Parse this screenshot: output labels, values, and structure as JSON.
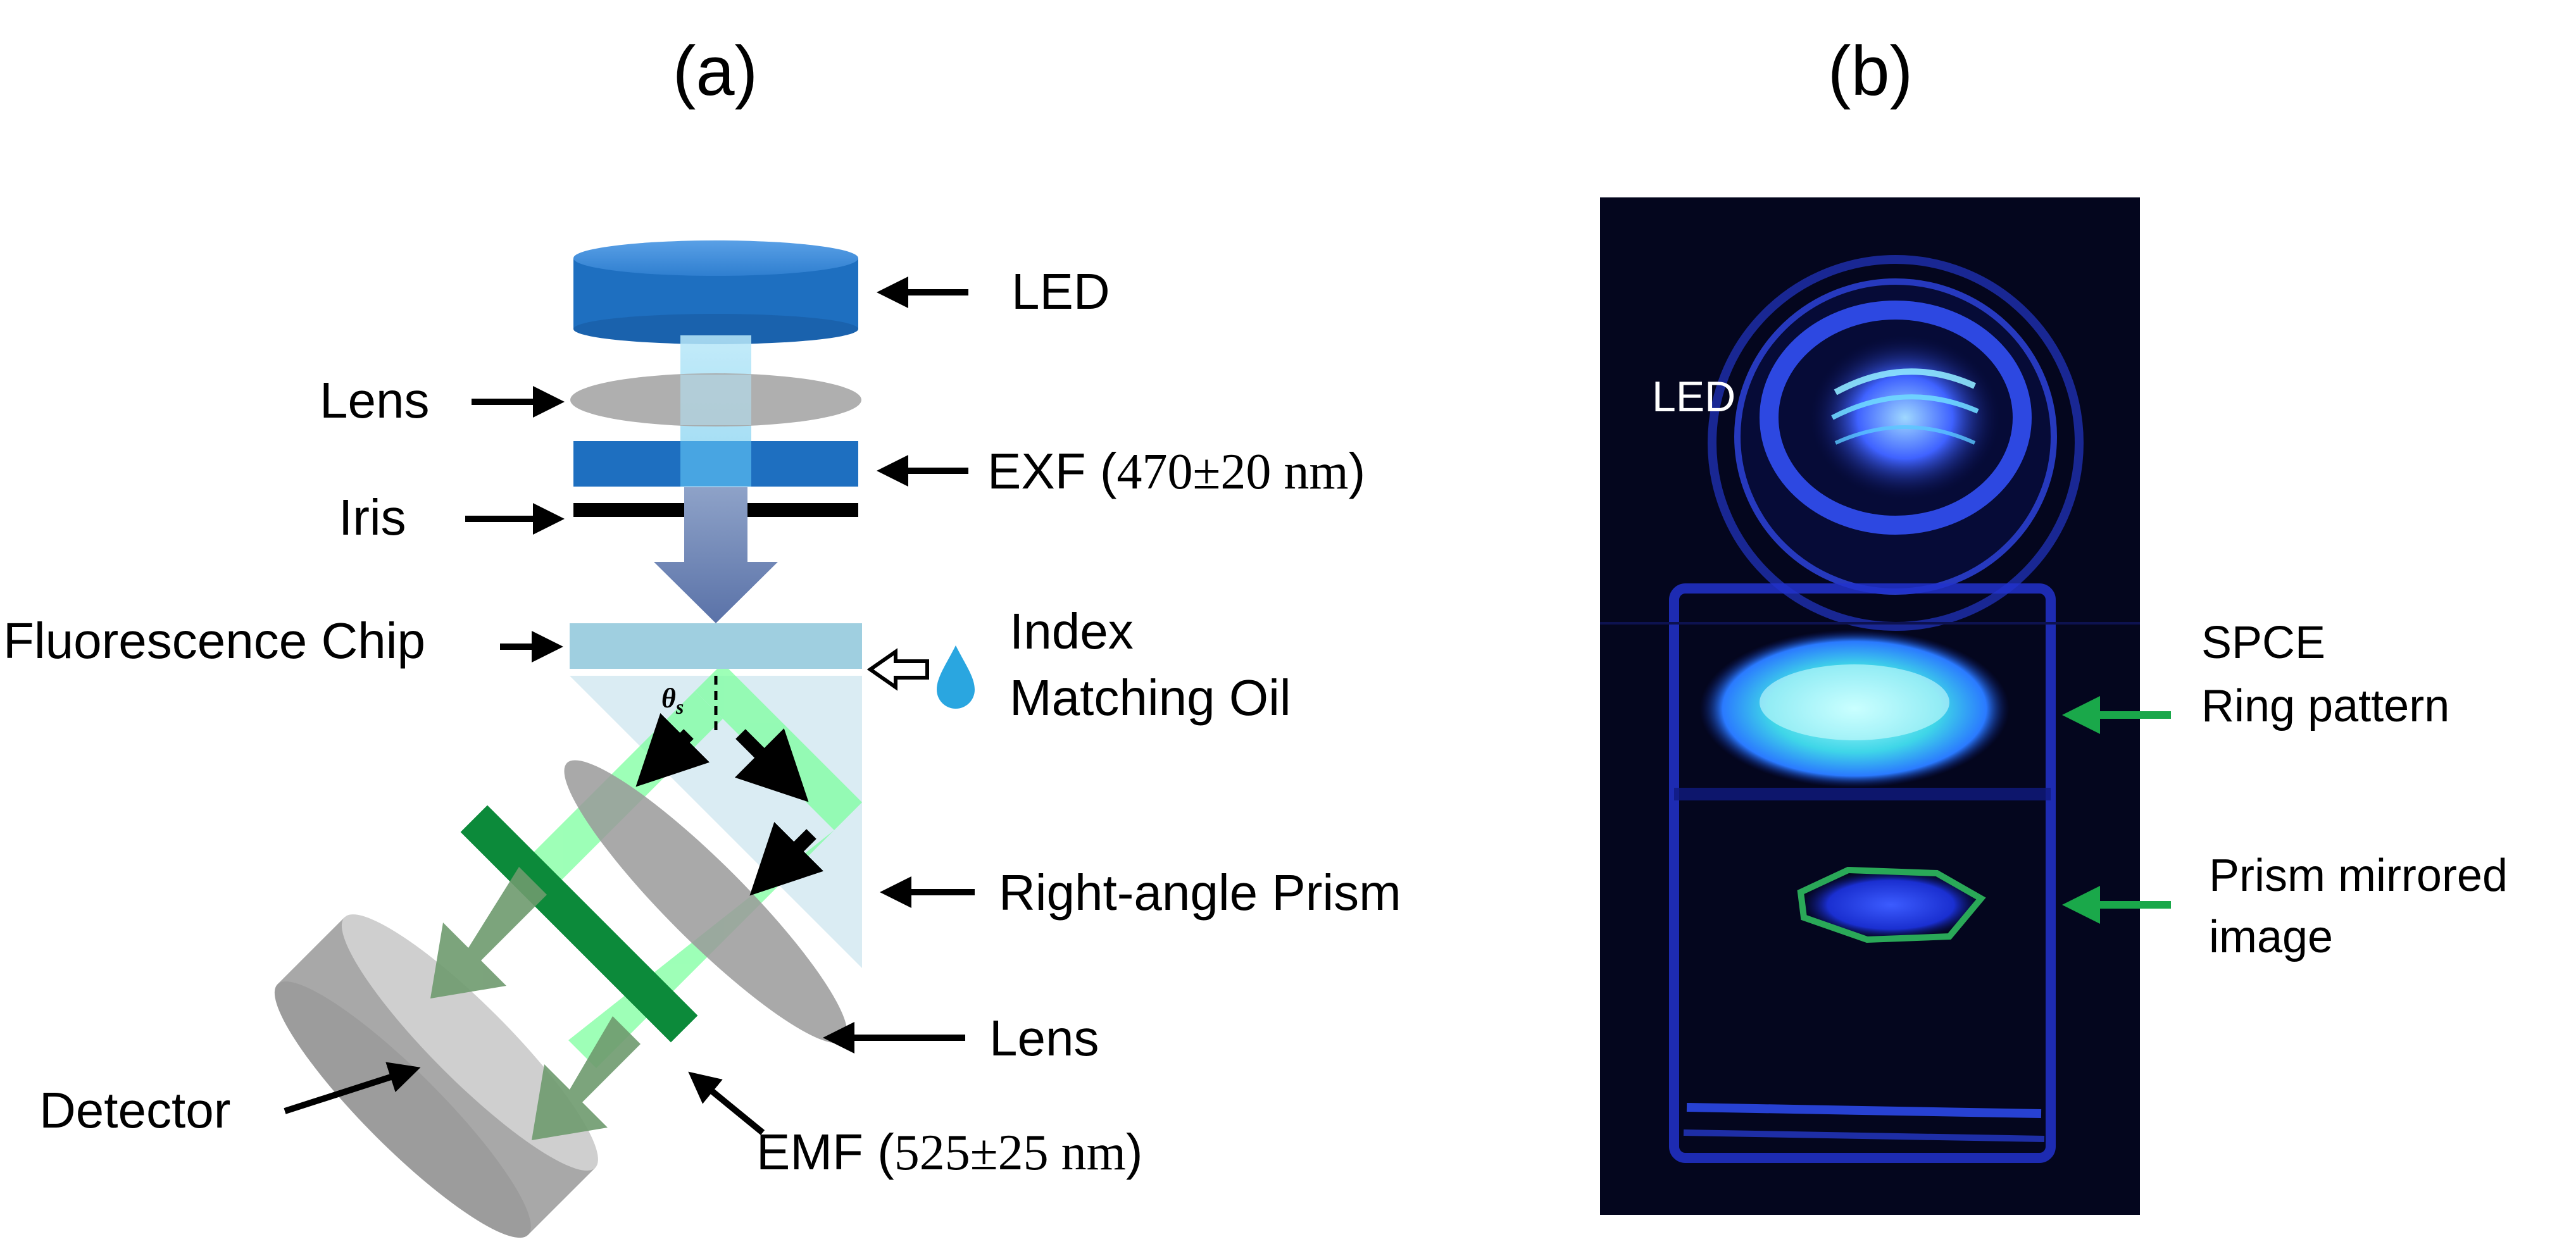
{
  "panel_a": {
    "label": "(a)",
    "components": {
      "led": "LED",
      "lens_top": "Lens",
      "exf_prefix": "EXF (",
      "exf_value": "470±20 nm",
      "exf_suffix": ")",
      "iris": "Iris",
      "chip": "Fluorescence Chip",
      "oil_line1": "Index",
      "oil_line2": "Matching Oil",
      "theta_symbol": "θ",
      "theta_sub": "s",
      "prism": "Right-angle Prism",
      "lens_bottom": "Lens",
      "detector": "Detector",
      "emf_prefix": "EMF (",
      "emf_value": "525±25 nm",
      "emf_suffix": ")"
    },
    "colors": {
      "led": "#1e6fc0",
      "filter": "#1e6fc0",
      "lens": "#a6a6a6",
      "chip": "#9fcfe0",
      "emission": "#7dff9f",
      "emf": "#0c8a3a",
      "excitation_arrow": "#5c78b0",
      "prism": "#d6eaf2"
    }
  },
  "panel_b": {
    "label": "(b)",
    "photo_labels": {
      "led": "LED",
      "spce_line1": "SPCE",
      "spce_line2": "Ring pattern",
      "mirror_line1": "Prism mirrored",
      "mirror_line2": "image"
    },
    "colors": {
      "photo_bg": "#04061e",
      "glow": "#3a5cff",
      "pointer_arrow": "#1aa84a"
    }
  }
}
